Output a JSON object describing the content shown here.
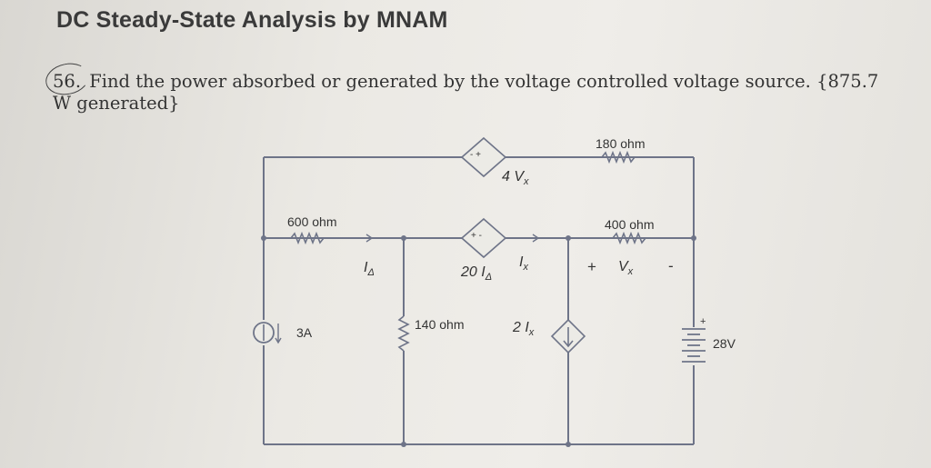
{
  "page": {
    "heading": "DC Steady-State Analysis by MNAM",
    "problem_number": "56.",
    "problem_text": "Find the power absorbed or generated by the voltage controlled voltage source. {875.7 W generated}"
  },
  "circuit": {
    "r_top": "180 ohm",
    "r_left": "600 ohm",
    "r_mid_right": "400 ohm",
    "r_mid_vertical": "140 ohm",
    "vcvs_gain": "4 V",
    "vcvs_gain_sub": "x",
    "ccvs_gain": "20 I",
    "ccvs_gain_sub": "Δ",
    "cccs_gain": "2 I",
    "cccs_gain_sub": "x",
    "current_source": "3A",
    "voltage_source": "28V",
    "current_label_delta": "I",
    "current_label_delta_sub": "Δ",
    "current_label_x": "I",
    "current_label_x_sub": "x",
    "vx_plus": "+",
    "vx_label": "V",
    "vx_label_sub": "x",
    "vx_minus": "-",
    "vcvs_polarity": "- +",
    "ccvs_polarity": "+ -",
    "battery_plus": "+"
  }
}
